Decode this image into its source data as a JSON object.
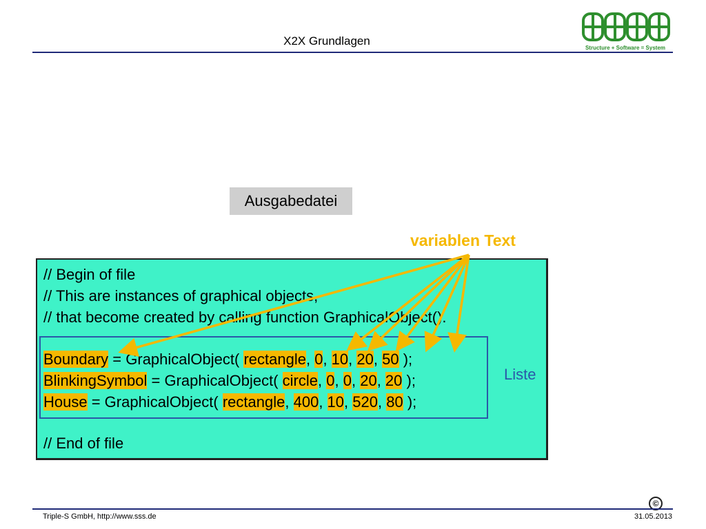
{
  "header": {
    "title": "X2X Grundlagen"
  },
  "logo": {
    "slogan": "Structure + Software = System"
  },
  "output_label": "Ausgabedatei",
  "variable_text_label": "variablen Text",
  "list_label": "Liste",
  "code": {
    "comment1": "// Begin of file",
    "comment2": "// This are instances of graphical objects,",
    "comment3": "// that become created by calling function GraphicalObject().",
    "rows": [
      {
        "name": "Boundary",
        "call": " = GraphicalObject( ",
        "shape": "rectangle",
        "a": "0",
        "b": "10",
        "c": "20",
        "d": "50",
        "close": " );"
      },
      {
        "name": "BlinkingSymbol",
        "call": " = GraphicalObject( ",
        "shape": "circle",
        "a": "0",
        "b": "0",
        "c": "20",
        "d": "20",
        "close": " );"
      },
      {
        "name": "House",
        "call": " = GraphicalObject( ",
        "shape": "rectangle",
        "a": "400",
        "b": "10",
        "c": "520",
        "d": "80",
        "close": " );"
      }
    ],
    "comment_end": "// End of file"
  },
  "footer": {
    "left": "Triple-S GmbH, http://www.sss.de",
    "right": "31.05.2013",
    "copyright": "©"
  },
  "colors": {
    "highlight": "#f5b800",
    "code_background": "#3ff2c8",
    "list_border": "#2b58a8",
    "rule": "#1f2a78",
    "logo_green": "#2e8f2e"
  }
}
